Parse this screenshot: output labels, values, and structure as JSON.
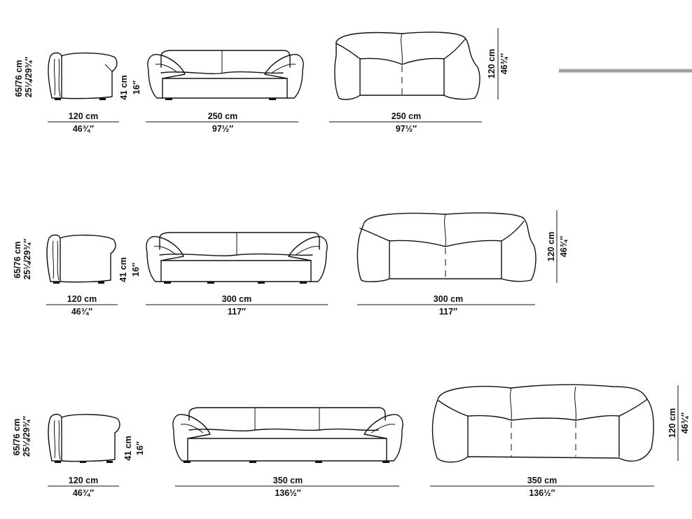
{
  "labels": {
    "height_cm": "65/76 cm",
    "height_in": "25¼/29¾″",
    "seat_cm": "41 cm",
    "seat_in": "16″",
    "depth_cm": "120 cm",
    "depth_in": "46¾″",
    "side_width_cm": "120 cm",
    "side_width_in": "46¾″"
  },
  "rows": [
    {
      "width_cm": "250 cm",
      "width_in": "97½″"
    },
    {
      "width_cm": "300 cm",
      "width_in": "117″"
    },
    {
      "width_cm": "350 cm",
      "width_in": "136½″"
    }
  ]
}
